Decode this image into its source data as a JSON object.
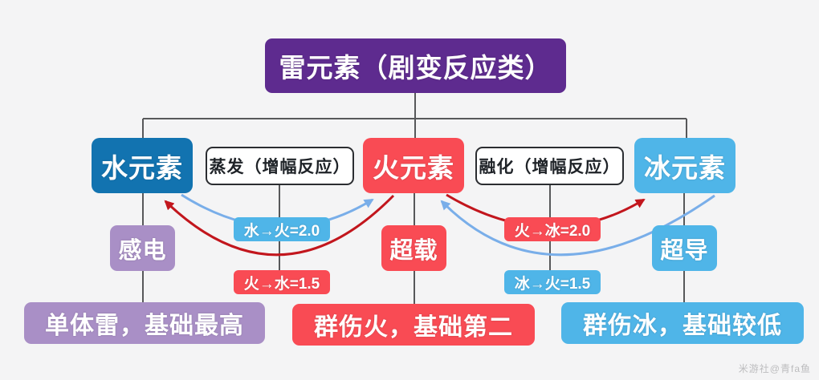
{
  "title": {
    "label": "雷元素（剧变反应类）"
  },
  "elements": {
    "hydro": {
      "label": "水元素"
    },
    "pyro": {
      "label": "火元素"
    },
    "cryo": {
      "label": "冰元素"
    }
  },
  "amplify": {
    "vaporize": {
      "label": "蒸发（增幅反应）"
    },
    "melt": {
      "label": "融化（增幅反应）"
    }
  },
  "reactions": {
    "electro_charged": {
      "label": "感电"
    },
    "overloaded": {
      "label": "超载"
    },
    "superconduct": {
      "label": "超导"
    }
  },
  "multipliers": {
    "hydro_to_pyro": {
      "label": "水→火=2.0"
    },
    "pyro_to_hydro": {
      "label": "火→水=1.5"
    },
    "pyro_to_cryo": {
      "label": "火→冰=2.0"
    },
    "cryo_to_pyro": {
      "label": "冰→火=1.5"
    }
  },
  "notes": {
    "electro": {
      "label": "单体雷，基础最高"
    },
    "pyro": {
      "label": "群伤火，基础第二"
    },
    "cryo": {
      "label": "群伤冰，基础较低"
    }
  },
  "watermark": "米游社@青fa鱼",
  "colors": {
    "electro_purple": "#5e2b8f",
    "hydro_blue": "#1273b0",
    "pyro_red": "#f94b54",
    "cryo_light_blue": "#4fb5e8",
    "electro_light_purple": "#a98fc6",
    "arrow_red": "#c2161d",
    "arrow_blue": "#79aee9",
    "connector_gray": "#57585a",
    "background": "#f4f4f5"
  }
}
